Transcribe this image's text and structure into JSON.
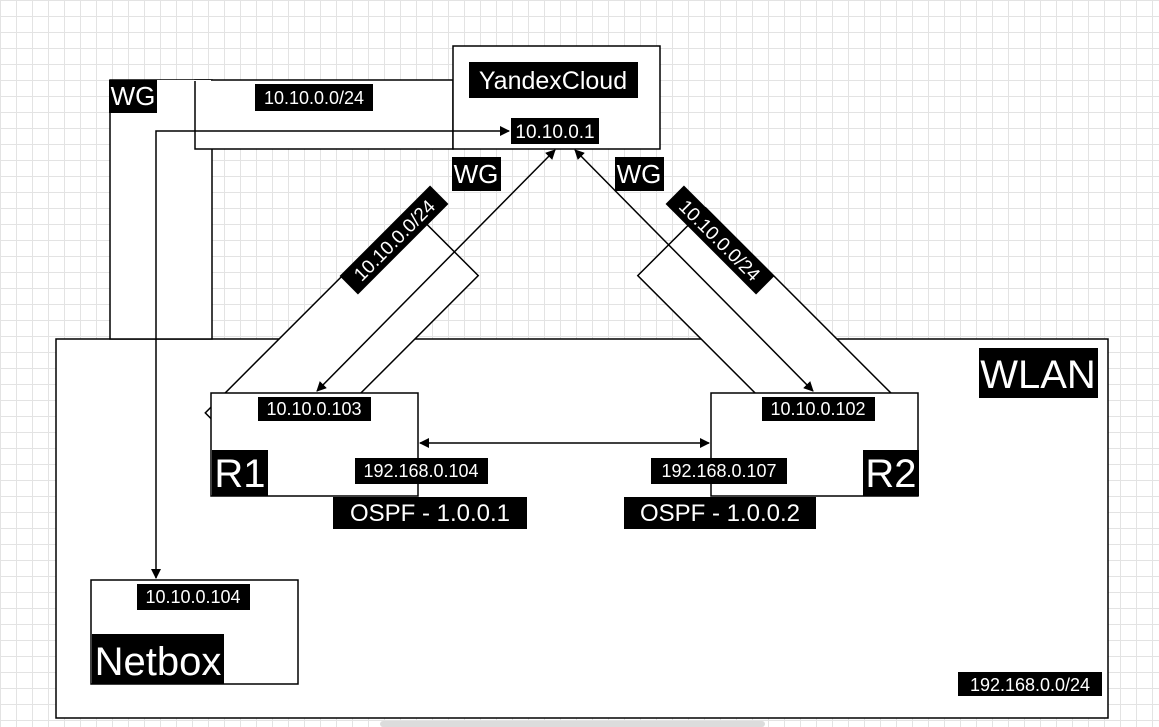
{
  "nodes": {
    "cloud": {
      "title": "YandexCloud",
      "ip": "10.10.0.1"
    },
    "r1": {
      "name": "R1",
      "wg_ip": "10.10.0.103",
      "lan_ip": "192.168.0.104",
      "ospf": "OSPF - 1.0.0.1"
    },
    "r2": {
      "name": "R2",
      "wg_ip": "10.10.0.102",
      "lan_ip": "192.168.0.107",
      "ospf": "OSPF - 1.0.0.2"
    },
    "netbox": {
      "name": "Netbox",
      "ip": "10.10.0.104"
    }
  },
  "zones": {
    "wlan": {
      "title": "WLAN",
      "subnet": "192.168.0.0/24"
    }
  },
  "tunnels": {
    "left": {
      "type": "WG",
      "subnet": "10.10.0.0/24"
    },
    "r1": {
      "type": "WG",
      "subnet": "10.10.0.0/24"
    },
    "r2": {
      "type": "WG",
      "subnet": "10.10.0.0/24"
    }
  }
}
